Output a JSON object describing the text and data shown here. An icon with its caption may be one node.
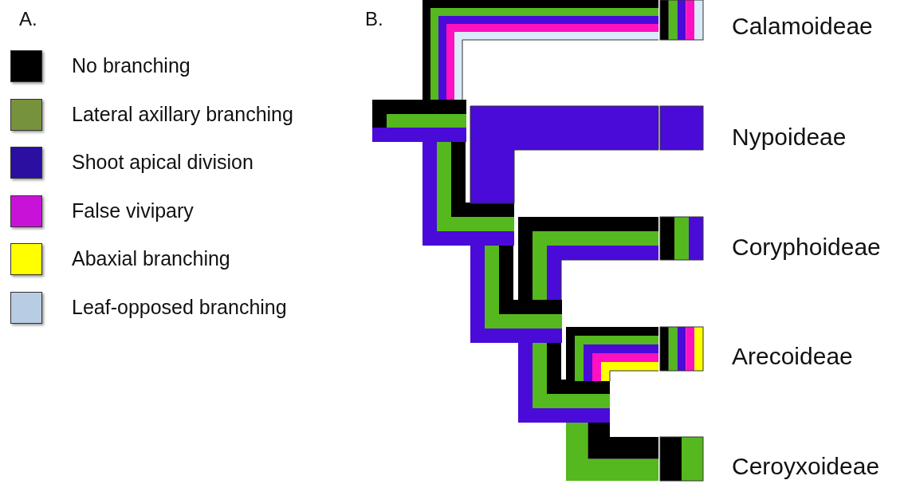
{
  "diagram": {
    "labels": [
      "A.",
      "B.",
      "Calamoideae",
      "Nypoideae",
      "Coryphoideae",
      "Arecoideae",
      "Ceroyxoideae"
    ],
    "legend": [
      {
        "text": "No branching",
        "color": "#000000"
      },
      {
        "text": "Lateral axillary branching",
        "color": "#76923c"
      },
      {
        "text": "Shoot apical division",
        "color": "#2a0fa0"
      },
      {
        "text": "False vivipary",
        "color": "#c812d8"
      },
      {
        "text": "Abaxial branching",
        "color": "#ffff00"
      },
      {
        "text": "Leaf-opposed branching",
        "color": "#b8cce4"
      }
    ]
  }
}
